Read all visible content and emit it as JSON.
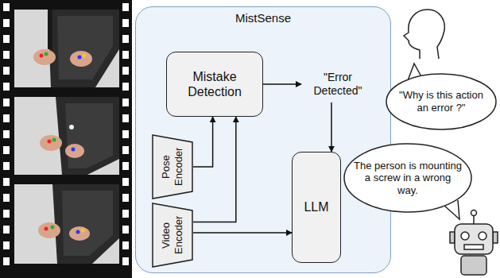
{
  "diagram": {
    "nodes": [
      {
        "text": [
          "MistSense"
        ]
      },
      {
        "text": [
          "Mistake Detection"
        ],
        "in": 0
      },
      {
        "text": [
          "\"Error Detected\""
        ],
        "in": 0
      },
      {
        "text": [
          "Pose Encoder"
        ],
        "in": 0
      },
      {
        "text": [
          "Video Encoder"
        ],
        "in": 0
      },
      {
        "text": [
          "LLM"
        ],
        "in": 0
      },
      {
        "text": [
          "\"Why is this action an error ?\""
        ]
      },
      {
        "text": [
          "The person is mounting a screw in a wrong way."
        ]
      }
    ],
    "edges": [
      {
        "from": 3,
        "to": 1,
        "arrow": "to"
      },
      {
        "from": 4,
        "to": 1,
        "arrow": "to"
      },
      {
        "from": 4,
        "to": 5,
        "arrow": "to"
      },
      {
        "from": 1,
        "to": 2,
        "arrow": "to"
      },
      {
        "from": 2,
        "to": 5,
        "arrow": "to"
      }
    ]
  }
}
